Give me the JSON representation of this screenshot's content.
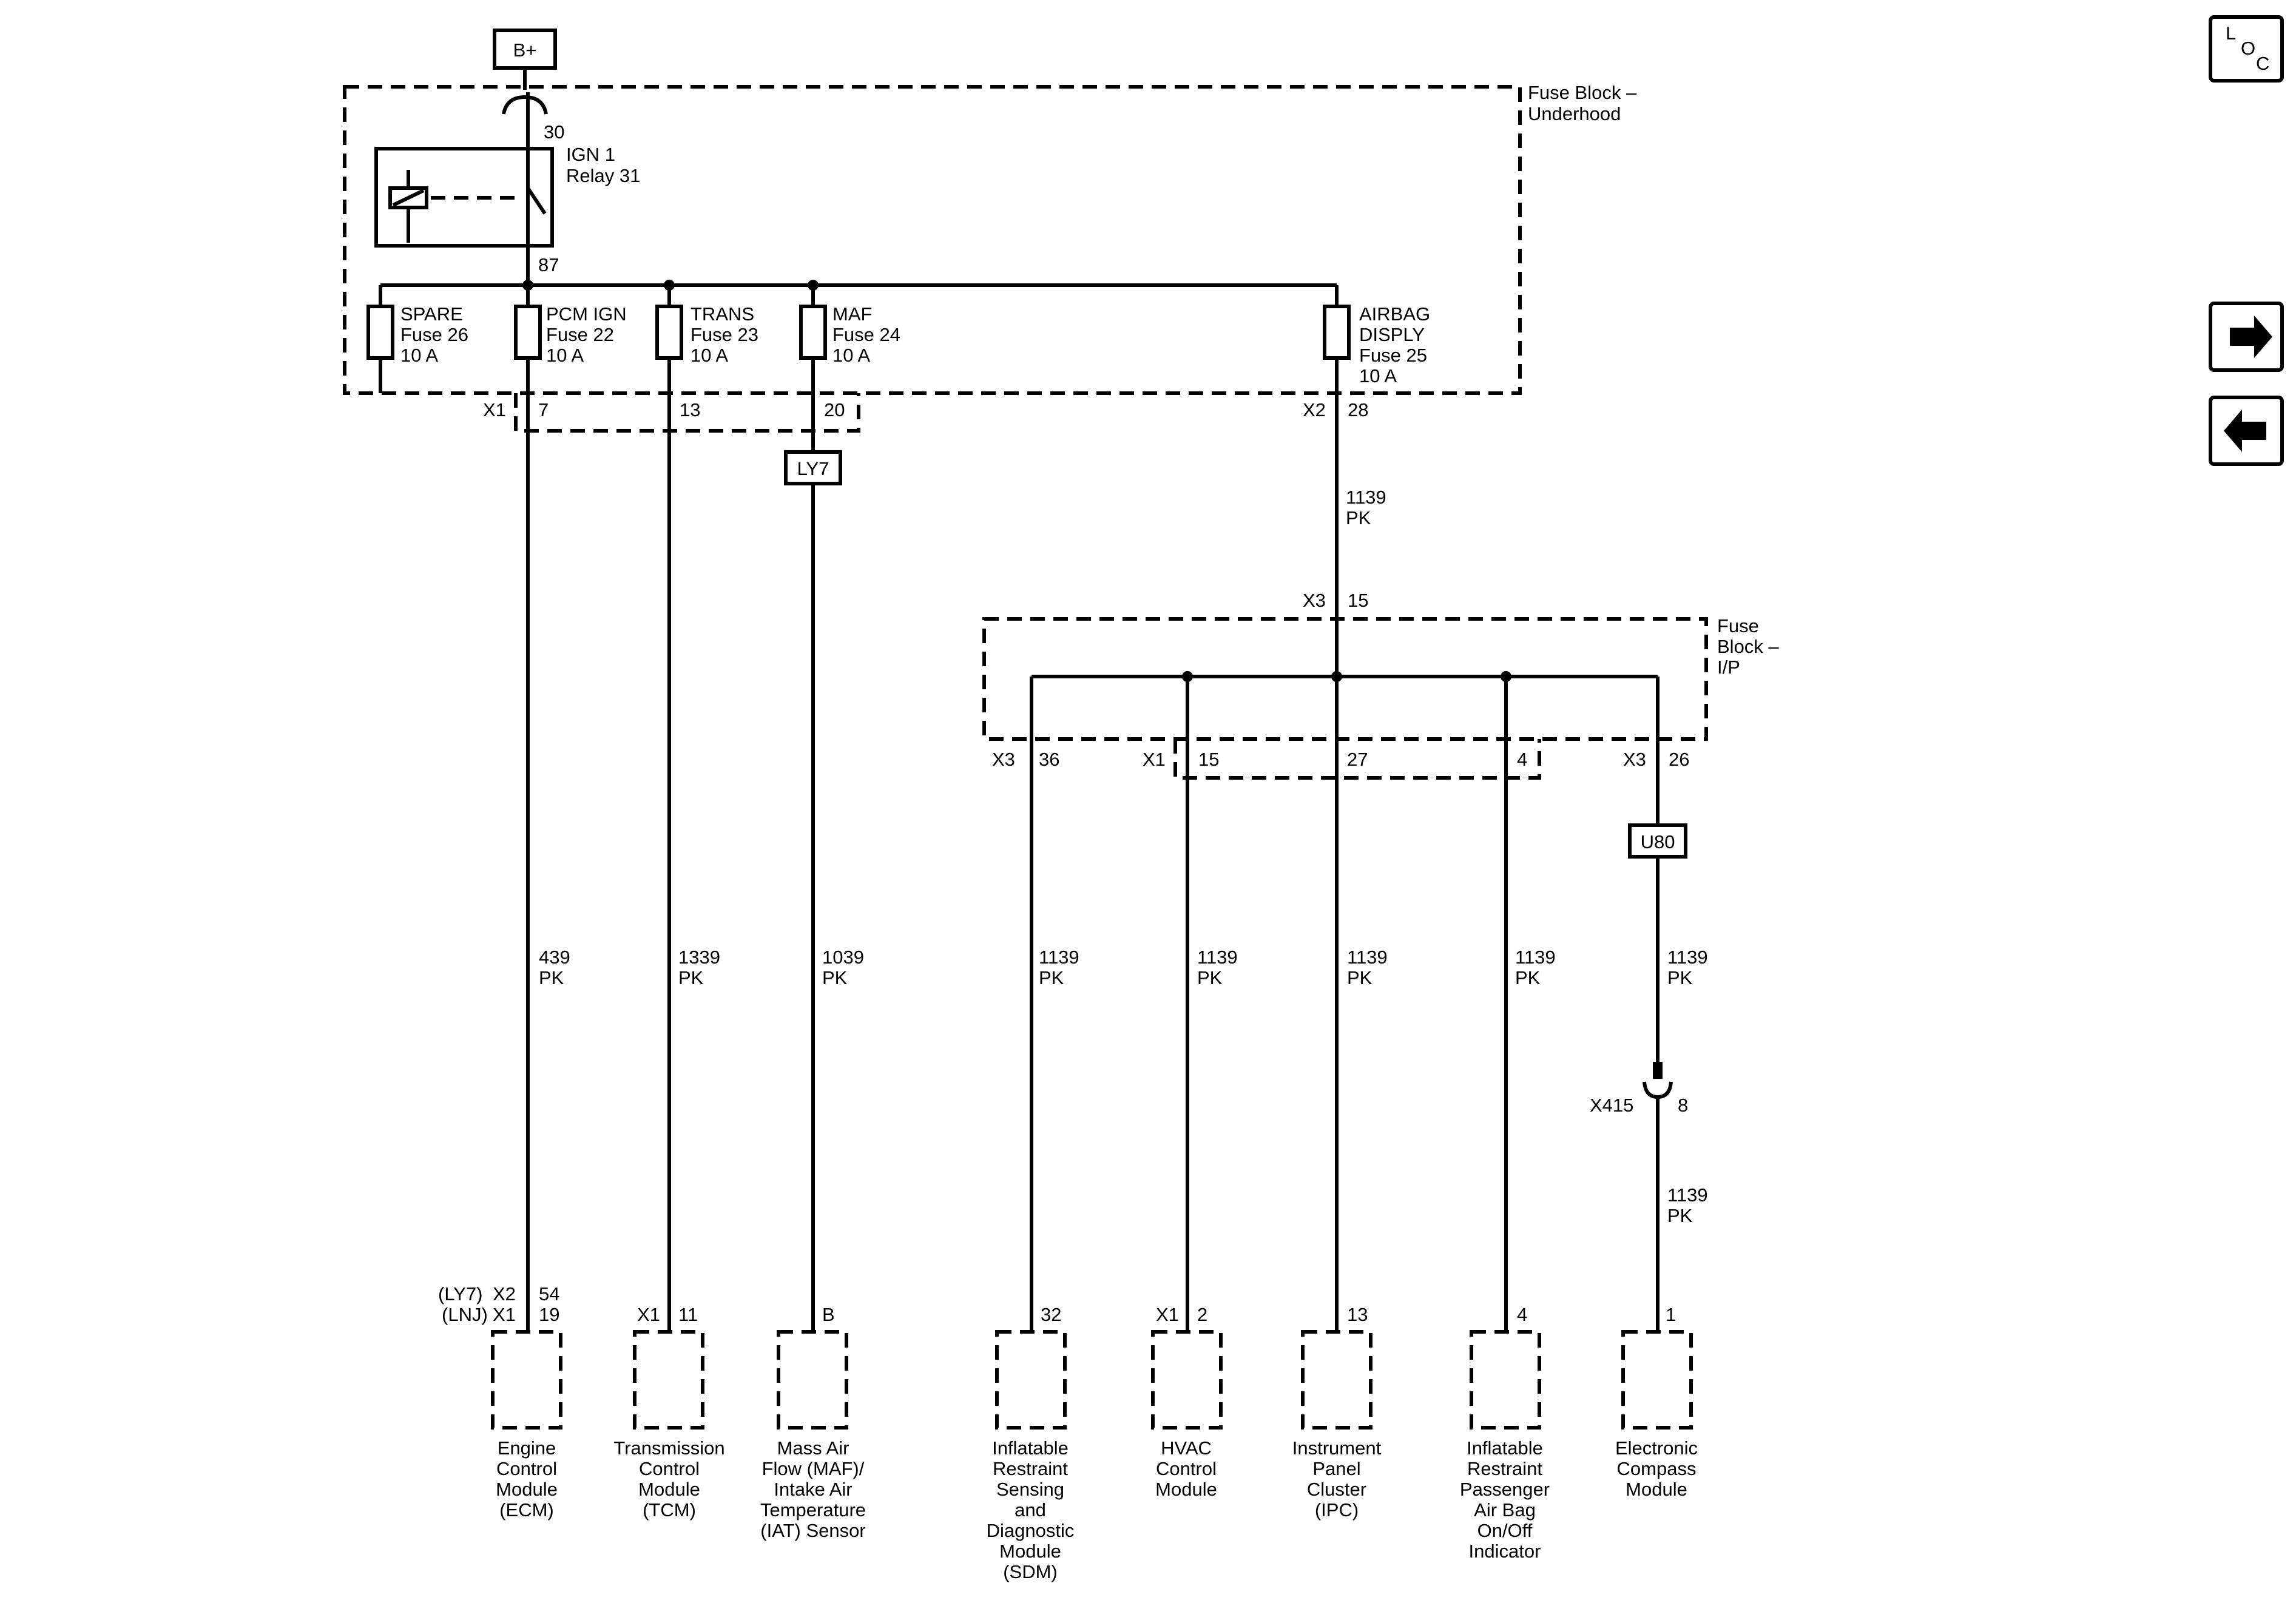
{
  "power": {
    "battery": "B+"
  },
  "underhood": {
    "name_line1": "Fuse Block –",
    "name_line2": "Underhood"
  },
  "relay": {
    "pin_in": "30",
    "pin_out": "87",
    "name_line1": "IGN 1",
    "name_line2": "Relay 31"
  },
  "fuses": {
    "spare": {
      "l1": "SPARE",
      "l2": "Fuse 26",
      "l3": "10 A"
    },
    "pcm": {
      "l1": "PCM IGN",
      "l2": "Fuse 22",
      "l3": "10 A"
    },
    "trans": {
      "l1": "TRANS",
      "l2": "Fuse 23",
      "l3": "10 A"
    },
    "maf": {
      "l1": "MAF",
      "l2": "Fuse 24",
      "l3": "10 A"
    },
    "airbag": {
      "l1": "AIRBAG",
      "l2": "DISPLY",
      "l3": "Fuse 25",
      "l4": "10 A"
    }
  },
  "connectors": {
    "x1": "X1",
    "x2": "X2",
    "x3": "X3",
    "x415": "X415",
    "ub_pin_7": "7",
    "ub_pin_13": "13",
    "ub_pin_20": "20",
    "ub_pin_28": "28",
    "ip_in_pin": "15",
    "ip_pin_36": "36",
    "ip_pin_15": "15",
    "ip_pin_27": "27",
    "ip_pin_4": "4",
    "ip_pin_26": "26",
    "x415_pin": "8"
  },
  "options": {
    "ly7": "LY7",
    "u80": "U80",
    "ly7_paren": "(LY7)",
    "lnj_paren": "(LNJ)"
  },
  "ip_block": {
    "l1": "Fuse",
    "l2": "Block –",
    "l3": "I/P"
  },
  "wires": {
    "feed": {
      "circuit": "1139",
      "color": "PK"
    },
    "ecm": {
      "circuit": "439",
      "color": "PK"
    },
    "tcm": {
      "circuit": "1339",
      "color": "PK"
    },
    "maf": {
      "circuit": "1039",
      "color": "PK"
    },
    "sdm": {
      "circuit": "1139",
      "color": "PK"
    },
    "hvac": {
      "circuit": "1139",
      "color": "PK"
    },
    "ipc": {
      "circuit": "1139",
      "color": "PK"
    },
    "pass": {
      "circuit": "1139",
      "color": "PK"
    },
    "compass": {
      "circuit": "1139",
      "color": "PK"
    },
    "compass2": {
      "circuit": "1139",
      "color": "PK"
    }
  },
  "modules": {
    "ecm": {
      "pin_a": "54",
      "pin_b": "19",
      "name": [
        "Engine",
        "Control",
        "Module",
        "(ECM)"
      ]
    },
    "tcm": {
      "conn": "X1",
      "pin": "11",
      "name": [
        "Transmission",
        "Control",
        "Module",
        "(TCM)"
      ]
    },
    "maf": {
      "pin": "B",
      "name": [
        "Mass Air",
        "Flow (MAF)/",
        "Intake Air",
        "Temperature",
        "(IAT) Sensor"
      ]
    },
    "sdm": {
      "pin": "32",
      "name": [
        "Inflatable",
        "Restraint",
        "Sensing",
        "and",
        "Diagnostic",
        "Module",
        "(SDM)"
      ]
    },
    "hvac": {
      "conn": "X1",
      "pin": "2",
      "name": [
        "HVAC",
        "Control",
        "Module"
      ]
    },
    "ipc": {
      "pin": "13",
      "name": [
        "Instrument",
        "Panel",
        "Cluster",
        "(IPC)"
      ]
    },
    "pass": {
      "pin": "4",
      "name": [
        "Inflatable",
        "Restraint",
        "Passenger",
        "Air Bag",
        "On/Off",
        "Indicator"
      ]
    },
    "compass": {
      "pin": "1",
      "name": [
        "Electronic",
        "Compass",
        "Module"
      ]
    }
  },
  "nav": {
    "loc": {
      "l": "L",
      "o": "O",
      "c": "C"
    },
    "next_icon": "arrow-right-icon",
    "prev_icon": "arrow-left-icon"
  }
}
